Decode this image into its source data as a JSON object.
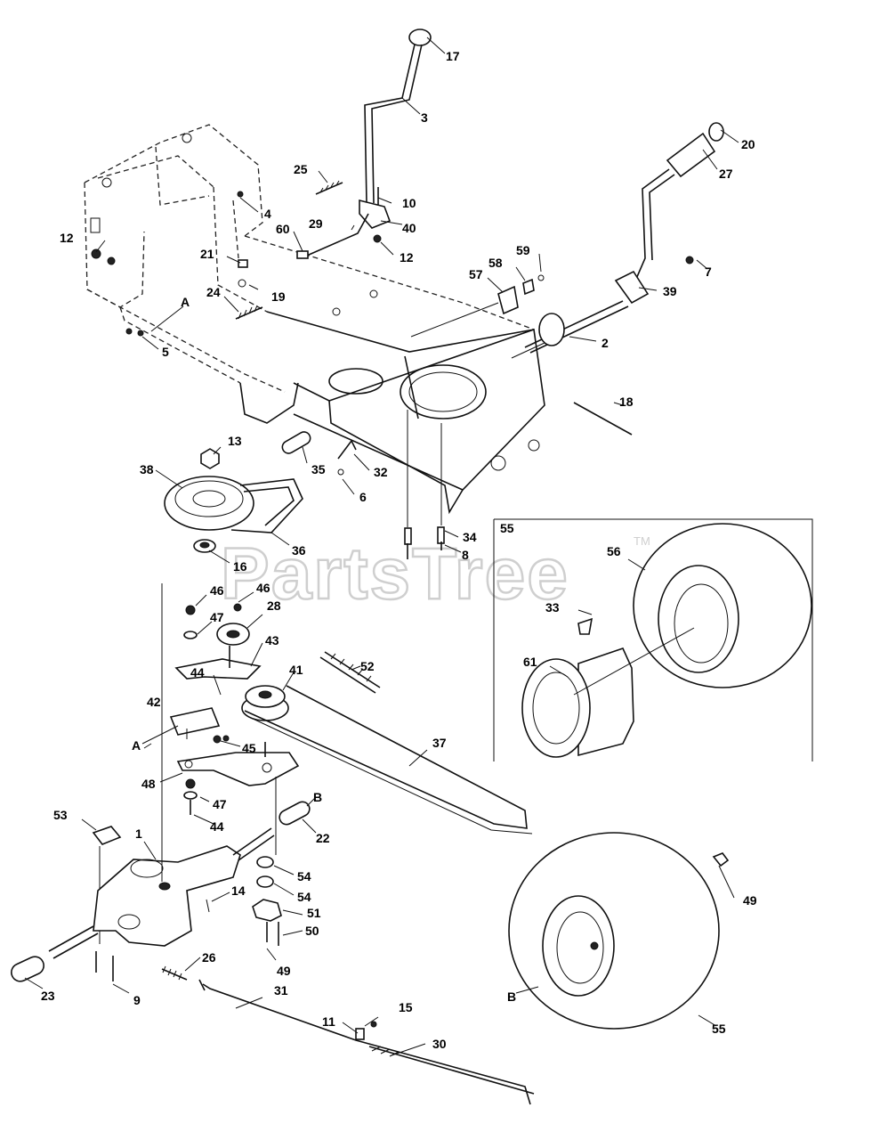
{
  "watermark": {
    "text": "PartsTree",
    "trademark": "TM"
  },
  "callouts": [
    "17",
    "3",
    "20",
    "27",
    "25",
    "10",
    "4",
    "40",
    "12",
    "60",
    "29",
    "12",
    "59",
    "58",
    "7",
    "57",
    "39",
    "21",
    "19",
    "24",
    "A",
    "5",
    "2",
    "18",
    "13",
    "35",
    "32",
    "38",
    "6",
    "36",
    "34",
    "55",
    "8",
    "16",
    "56",
    "46",
    "46",
    "47",
    "28",
    "33",
    "43",
    "61",
    "44",
    "41",
    "52",
    "42",
    "45",
    "A",
    "37",
    "48",
    "47",
    "B",
    "44",
    "22",
    "53",
    "1",
    "54",
    "54",
    "14",
    "51",
    "49",
    "50",
    "49",
    "26",
    "23",
    "9",
    "31",
    "B",
    "15",
    "11",
    "30",
    "55"
  ]
}
